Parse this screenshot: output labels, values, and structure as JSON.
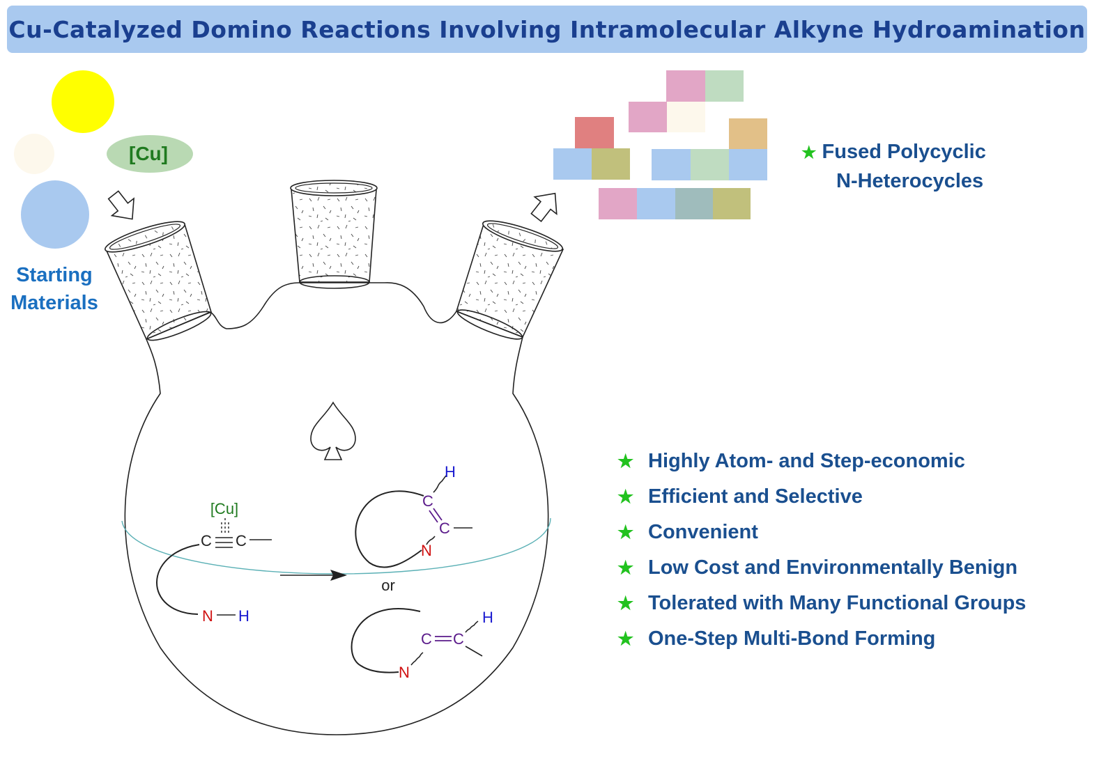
{
  "title": "Cu-Catalyzed Domino Reactions Involving Intramolecular Alkyne Hydroamination",
  "starting_materials": {
    "label_line1": "Starting",
    "label_line2": "Materials",
    "catalyst_label": "[Cu]"
  },
  "products": {
    "label_line1": "Fused Polycyclic",
    "label_line2": "N-Heterocycles"
  },
  "features": [
    "Highly Atom- and Step-economic",
    "Efficient and Selective",
    "Convenient",
    "Low Cost and Environmentally Benign",
    "Tolerated with Many Functional Groups",
    "One-Step Multi-Bond Forming"
  ],
  "reaction": {
    "cu_label": "[Cu]",
    "carbon": "C",
    "nitrogen": "N",
    "hydrogen": "H",
    "or_label": "or"
  },
  "colors": {
    "title_bg": "#a9c9ef",
    "title_text": "#1a3f8f",
    "feature_text": "#1a4f8f",
    "star": "#22c21f",
    "catalyst_green": "#1f7a1f",
    "nitrogen_red": "#d01010",
    "hydrogen_blue": "#1a1ad0",
    "carbon_purple": "#5a1a8a"
  }
}
